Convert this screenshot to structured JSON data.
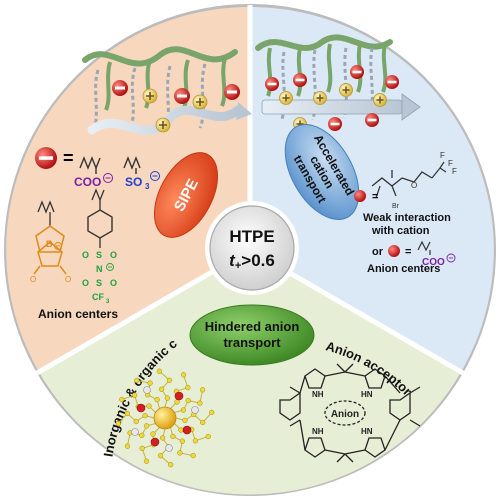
{
  "center": {
    "line1": "HTPE",
    "line2": "t",
    "line2_sub": "+",
    "line2_rest": ">0.6"
  },
  "sectors": {
    "sipe": {
      "title": "SIPE",
      "anion_centers_label": "Anion centers",
      "coo_label": "COO",
      "so3_label": "SO",
      "so3_sub": "3",
      "cf3_label": "CF",
      "cf3_sub": "3",
      "s_label": "S",
      "n_label": "N",
      "b_label": "B",
      "o_label": "O"
    },
    "accelerated": {
      "title_line1": "Accelerated",
      "title_line2": "cation",
      "title_line3": "transport",
      "weak_line1": "Weak interaction",
      "weak_line2": "with cation",
      "or_label": "or",
      "coo_label": "COO",
      "anion_centers_label": "Anion centers",
      "f_label": "F",
      "br_label": "Br",
      "o_label": "O"
    },
    "hindered": {
      "title_line1": "Hindered anion",
      "title_line2": "transport",
      "composites_label": "Inorganic & organic composites",
      "acceptor_label": "Anion acceptor",
      "anion_label": "Anion",
      "nh_label": "NH",
      "hn_label": "HN"
    }
  },
  "colors": {
    "sipe_bg": "#f7d8bf",
    "accel_bg": "#dbe9f6",
    "hindered_bg": "#e6efd6",
    "sipe_badge": "#ef5a2a",
    "accel_badge": "#7fb0de",
    "hindered_badge": "#5aa23b",
    "anion": "#d42020",
    "cation": "#f3d86b",
    "chain_green": "#7aa56a",
    "coo_purple": "#7a1fa2",
    "so3_blue": "#1f3fc8",
    "boron_orange": "#e08a18",
    "tfsi_green": "#22a03c"
  }
}
